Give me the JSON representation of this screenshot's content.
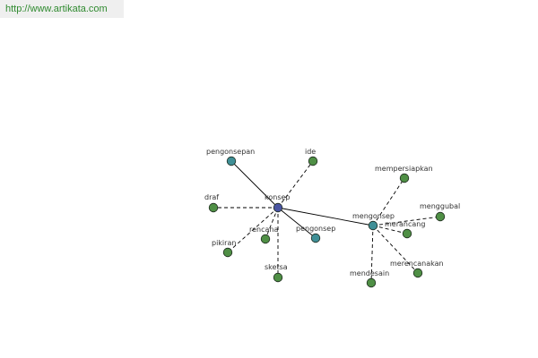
{
  "header": {
    "url": "http://www.artikata.com"
  },
  "colors": {
    "center": "#4a55a2",
    "hub": "#3f8f96",
    "leaf": "#4f8f45",
    "outline": "#1e2a1e",
    "edge": "#000000"
  },
  "graph": {
    "nodes": [
      {
        "id": "konsep",
        "label": "konsep",
        "kind": "center"
      },
      {
        "id": "pengonsepan",
        "label": "pengonsepan",
        "kind": "hub"
      },
      {
        "id": "ide",
        "label": "ide",
        "kind": "leaf"
      },
      {
        "id": "draf",
        "label": "draf",
        "kind": "leaf"
      },
      {
        "id": "rencana",
        "label": "rencana",
        "kind": "leaf"
      },
      {
        "id": "pikiran",
        "label": "pikiran",
        "kind": "leaf"
      },
      {
        "id": "sketsa",
        "label": "sketsa",
        "kind": "leaf"
      },
      {
        "id": "pengonsep",
        "label": "pengonsep",
        "kind": "hub"
      },
      {
        "id": "mengonsep",
        "label": "mengonsep",
        "kind": "hub"
      },
      {
        "id": "mempersiapkan",
        "label": "mempersiapkan",
        "kind": "leaf"
      },
      {
        "id": "menggubal",
        "label": "menggubal",
        "kind": "leaf"
      },
      {
        "id": "merancang",
        "label": "merancang",
        "kind": "leaf"
      },
      {
        "id": "merencanakan",
        "label": "merencanakan",
        "kind": "leaf"
      },
      {
        "id": "mendesain",
        "label": "mendesain",
        "kind": "leaf"
      }
    ],
    "edges": [
      {
        "from": "konsep",
        "to": "pengonsepan",
        "style": "solid"
      },
      {
        "from": "konsep",
        "to": "ide",
        "style": "dashed"
      },
      {
        "from": "konsep",
        "to": "draf",
        "style": "dashed"
      },
      {
        "from": "konsep",
        "to": "rencana",
        "style": "dashed"
      },
      {
        "from": "konsep",
        "to": "pikiran",
        "style": "dashed"
      },
      {
        "from": "konsep",
        "to": "sketsa",
        "style": "dashed"
      },
      {
        "from": "konsep",
        "to": "pengonsep",
        "style": "solid"
      },
      {
        "from": "konsep",
        "to": "mengonsep",
        "style": "solid"
      },
      {
        "from": "mengonsep",
        "to": "mempersiapkan",
        "style": "dashed"
      },
      {
        "from": "mengonsep",
        "to": "menggubal",
        "style": "dashed"
      },
      {
        "from": "mengonsep",
        "to": "merancang",
        "style": "dashed"
      },
      {
        "from": "mengonsep",
        "to": "merencanakan",
        "style": "dashed"
      },
      {
        "from": "mengonsep",
        "to": "mendesain",
        "style": "dashed"
      }
    ]
  }
}
